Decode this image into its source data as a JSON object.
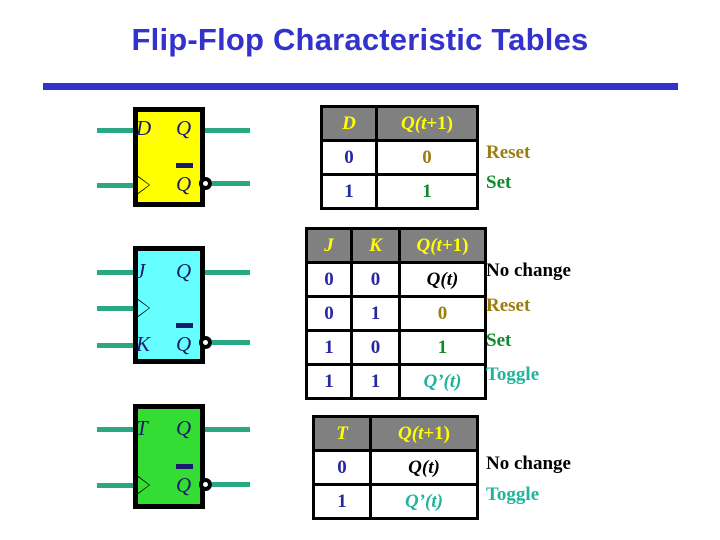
{
  "slide": {
    "title": "Flip-Flop Characteristic Tables"
  },
  "symbols": {
    "d": {
      "name": "d-flip-flop",
      "color": "#ffff00",
      "input_label": "D",
      "output_label": "Q",
      "output_inverted_label": "Q",
      "clock_label": ""
    },
    "jk": {
      "name": "jk-flip-flop",
      "color": "#66ffff",
      "input_label_j": "J",
      "input_label_k": "K",
      "output_label": "Q",
      "output_inverted_label": "Q",
      "clock_label": ""
    },
    "t": {
      "name": "t-flip-flop",
      "color": "#33dd33",
      "input_label": "T",
      "output_label": "Q",
      "output_inverted_label": "Q",
      "clock_label": ""
    }
  },
  "tables": {
    "d": {
      "headers": [
        "D",
        "Q(t+1)"
      ],
      "header_next_prefix": "Q(",
      "header_next_var": "t",
      "header_next_suffix": "+1)",
      "rows": [
        {
          "inputs": [
            "0"
          ],
          "next": "0",
          "next_color": "gold",
          "note": "Reset",
          "note_color": "gold"
        },
        {
          "inputs": [
            "1"
          ],
          "next": "1",
          "next_color": "green",
          "note": "Set",
          "note_color": "green"
        }
      ]
    },
    "jk": {
      "headers": [
        "J",
        "K",
        "Q(t+1)"
      ],
      "rows": [
        {
          "inputs": [
            "0",
            "0"
          ],
          "next": "Q(t)",
          "next_color": "black",
          "note": "No change",
          "note_color": "black"
        },
        {
          "inputs": [
            "0",
            "1"
          ],
          "next": "0",
          "next_color": "gold",
          "note": "Reset",
          "note_color": "gold"
        },
        {
          "inputs": [
            "1",
            "0"
          ],
          "next": "1",
          "next_color": "green",
          "note": "Set",
          "note_color": "green"
        },
        {
          "inputs": [
            "1",
            "1"
          ],
          "next": "Q’(t)",
          "next_color": "teal",
          "note": "Toggle",
          "note_color": "teal"
        }
      ]
    },
    "t": {
      "headers": [
        "T",
        "Q(t+1)"
      ],
      "rows": [
        {
          "inputs": [
            "0"
          ],
          "next": "Q(t)",
          "next_color": "black",
          "note": "No change",
          "note_color": "black"
        },
        {
          "inputs": [
            "1"
          ],
          "next": "Q’(t)",
          "next_color": "teal",
          "note": "Toggle",
          "note_color": "teal"
        }
      ]
    }
  },
  "colors": {
    "title": "#3333cc",
    "rule": "#3333cc",
    "wire": "#2aa883",
    "header_bg": "#808080",
    "header_text": "#ffff00",
    "value_blue": "#2828a0",
    "value_gold": "#9b7d10",
    "value_green": "#118a2e",
    "value_teal": "#22b39a",
    "pin_text": "#1a1a6e"
  }
}
